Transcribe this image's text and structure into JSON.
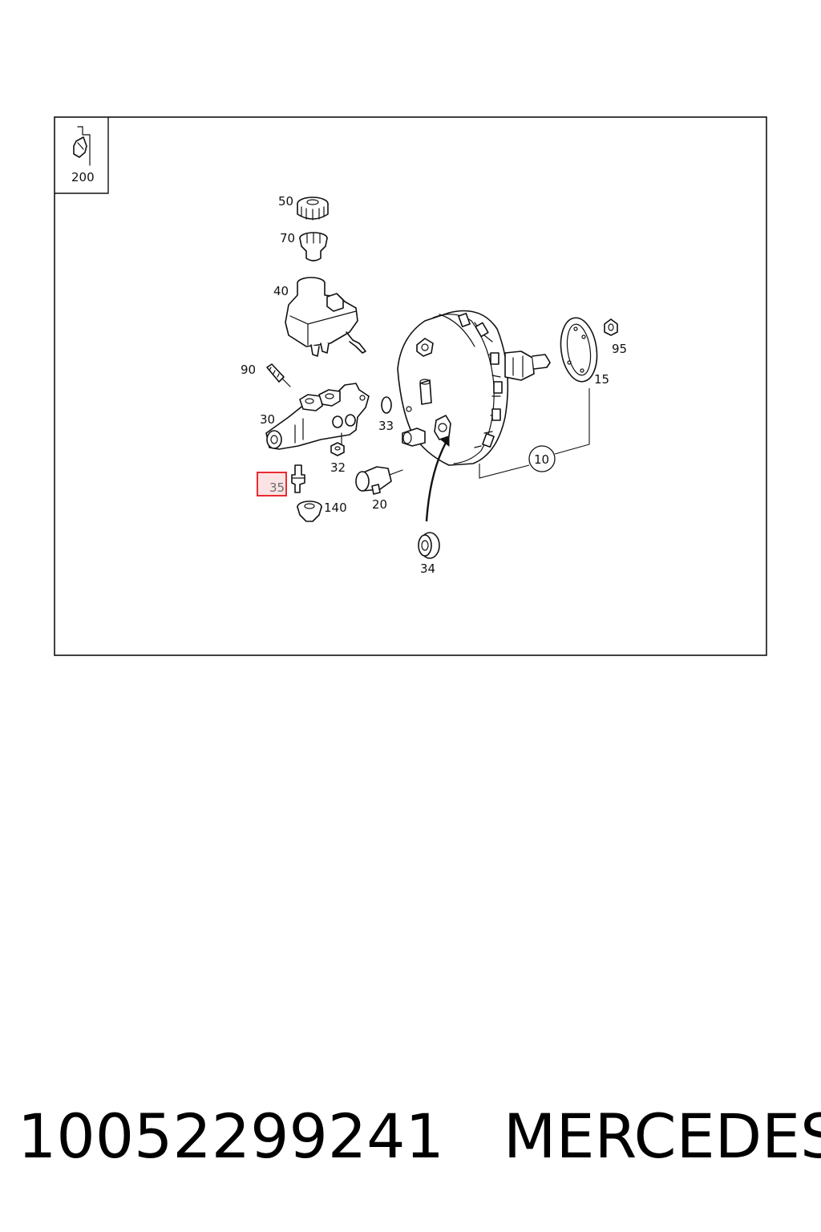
{
  "diagram": {
    "index_box_label": "200",
    "callouts": [
      {
        "id": "50",
        "label": "50",
        "highlighted": false
      },
      {
        "id": "70",
        "label": "70",
        "highlighted": false
      },
      {
        "id": "40",
        "label": "40",
        "highlighted": false
      },
      {
        "id": "90",
        "label": "90",
        "highlighted": false
      },
      {
        "id": "30",
        "label": "30",
        "highlighted": false
      },
      {
        "id": "33",
        "label": "33",
        "highlighted": false
      },
      {
        "id": "32",
        "label": "32",
        "highlighted": false
      },
      {
        "id": "35",
        "label": "35",
        "highlighted": true
      },
      {
        "id": "140",
        "label": "140",
        "highlighted": false
      },
      {
        "id": "20",
        "label": "20",
        "highlighted": false
      },
      {
        "id": "34",
        "label": "34",
        "highlighted": false
      },
      {
        "id": "10",
        "label": "10",
        "highlighted": false
      },
      {
        "id": "15",
        "label": "15",
        "highlighted": false
      },
      {
        "id": "95",
        "label": "95",
        "highlighted": false
      }
    ],
    "highlight_color": "#e8141c",
    "highlight_fill": "#fbe3e4"
  },
  "footer": {
    "part_number": "10052299241",
    "brand": "MERCEDES"
  }
}
